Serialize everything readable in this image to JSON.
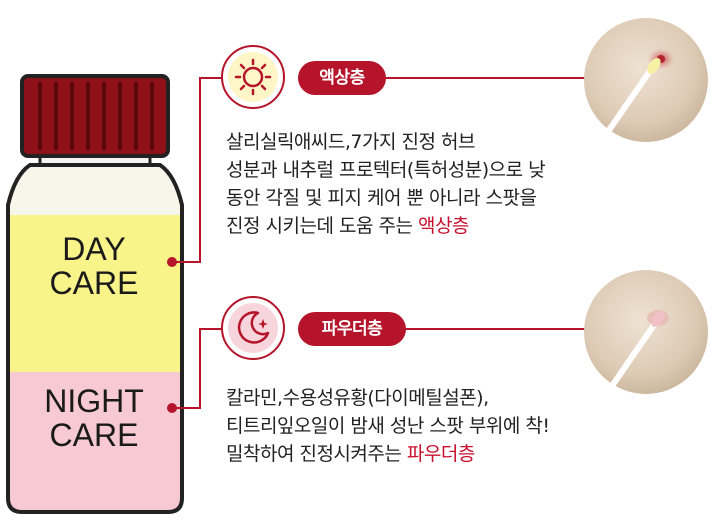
{
  "bottle": {
    "day_label": [
      "DAY",
      "CARE"
    ],
    "night_label": [
      "NIGHT",
      "CARE"
    ]
  },
  "day": {
    "badge": "액상층",
    "icon": "sun-icon",
    "lines": [
      "살리실릭애씨드,7가지 진정 허브",
      "성분과 내추럴 프로텍터(특허성분)으로 낮",
      "동안 각질 및 피지 케어 뿐 아니라 스팟을"
    ],
    "last_line_prefix": "진정 시키는데 도움 주는 ",
    "last_line_highlight": "액상층"
  },
  "night": {
    "badge": "파우더층",
    "icon": "moon-star-icon",
    "lines": [
      "칼라민,수용성유황(다이메틸설폰),",
      "티트리잎오일이 밤새 성난 스팟 부위에 착!"
    ],
    "last_line_prefix": "밀착하여 진정시켜주는 ",
    "last_line_highlight": "파우더층"
  },
  "colors": {
    "accent": "#b5142a",
    "cap": "#8e1018",
    "day_fill": "#f8f48a",
    "night_fill": "#f7c9d3",
    "skin": "#ddc9b3"
  }
}
